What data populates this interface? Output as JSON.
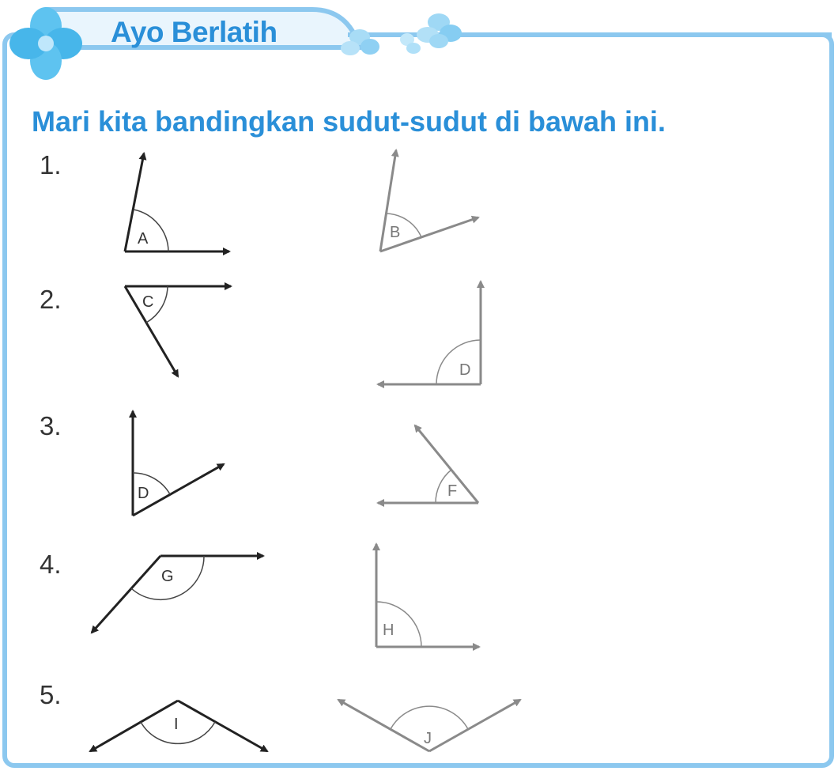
{
  "header": {
    "title": "Ayo Berlatih"
  },
  "instruction": "Mari kita bandingkan sudut-sudut di bawah ini.",
  "colors": {
    "accent": "#2a8fd8",
    "frame": "#7fc3ee",
    "dark_line": "#222222",
    "light_line": "#8a8a8a"
  },
  "problems": [
    {
      "number": "1.",
      "left_angle": "A",
      "right_angle": "B"
    },
    {
      "number": "2.",
      "left_angle": "C",
      "right_angle": "D"
    },
    {
      "number": "3.",
      "left_angle": "D",
      "right_angle": "F"
    },
    {
      "number": "4.",
      "left_angle": "G",
      "right_angle": "H"
    },
    {
      "number": "5.",
      "left_angle": "I",
      "right_angle": "J"
    }
  ]
}
